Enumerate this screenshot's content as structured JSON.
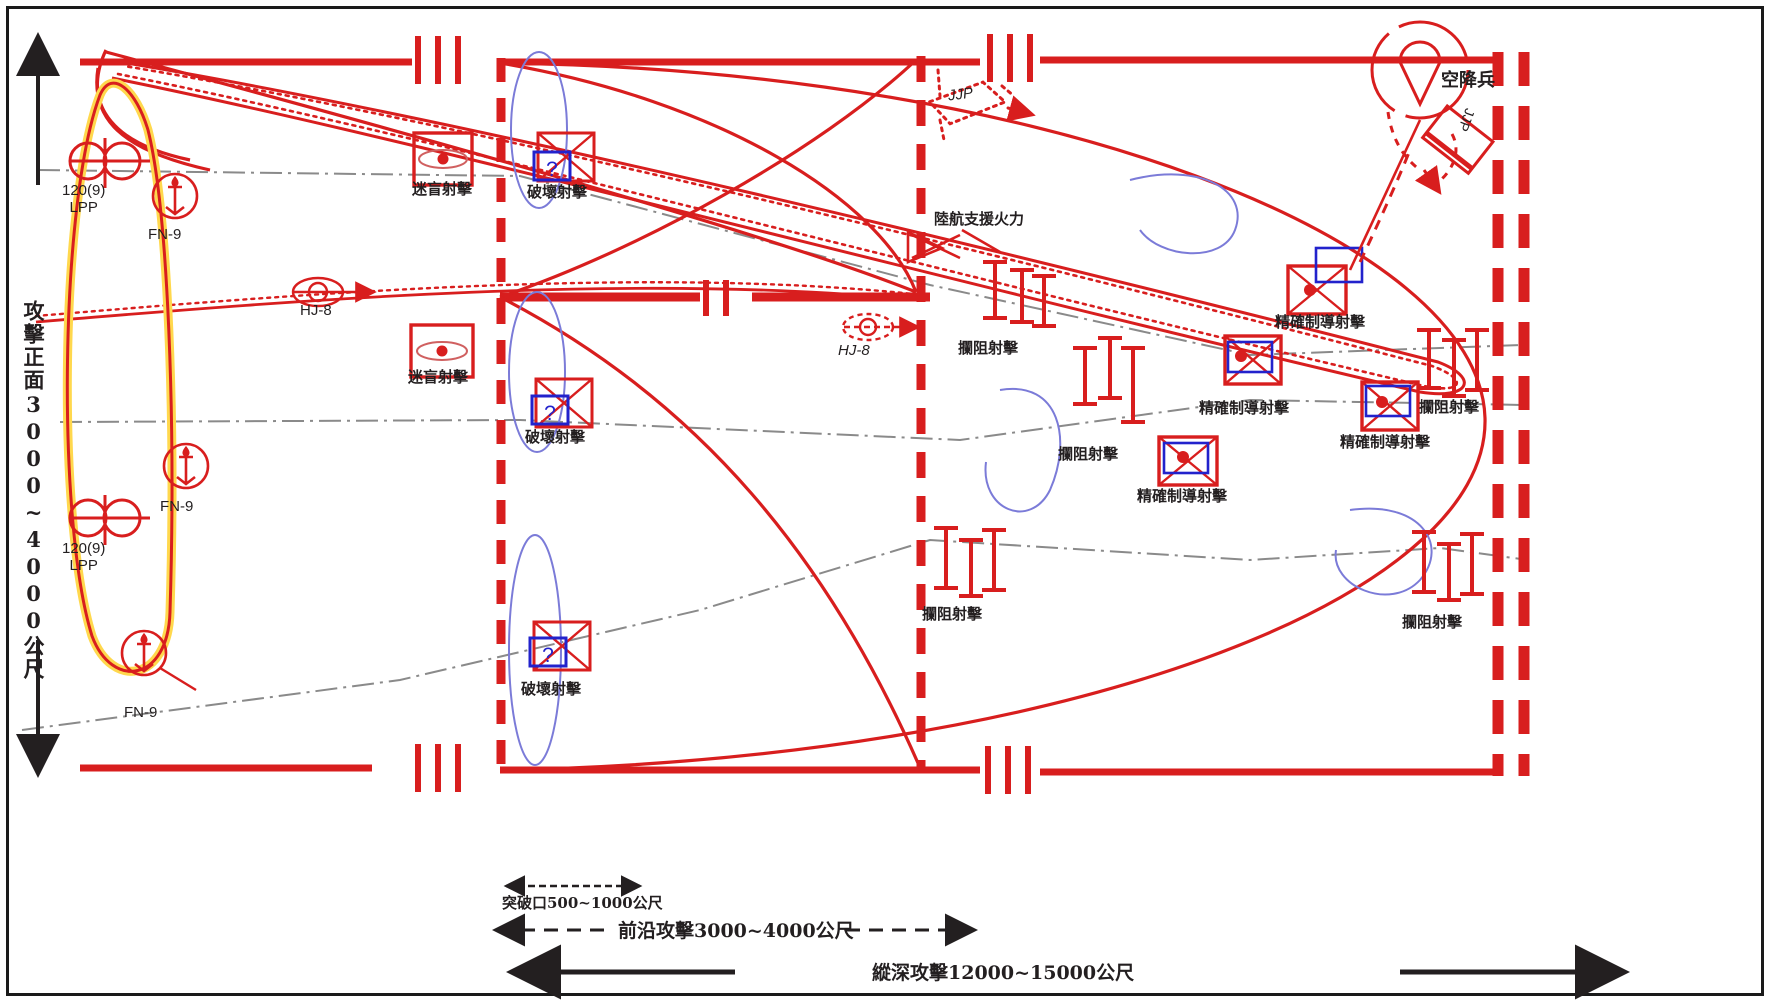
{
  "meta": {
    "title": "Amphibious / combined-arms attack frontage diagram",
    "colors": {
      "red": "#d81e1e",
      "red_dark": "#c21010",
      "blue": "#2222cc",
      "blue_light": "#7b7bd8",
      "yellow": "#ffd84d",
      "gray": "#8a8a8a",
      "black": "#231f20"
    }
  },
  "axis_labels": {
    "left_vertical": "攻擊正面3000~4000公尺"
  },
  "captions": [
    {
      "id": "breach-width",
      "text": "突破口500~1000公尺"
    },
    {
      "id": "forward-attack",
      "text": "前沿攻擊3000~4000公尺"
    },
    {
      "id": "deep-attack",
      "text": "縱深攻擊12000~15000公尺"
    }
  ],
  "units": [
    {
      "id": "mortar-top",
      "label": "120(9)\nLPP",
      "line1": "120(9)",
      "line2": "LPP"
    },
    {
      "id": "mortar-bottom",
      "label": "120(9)\nLPP",
      "line1": "120(9)",
      "line2": "LPP"
    },
    {
      "id": "fn9-top",
      "label": "FN-9"
    },
    {
      "id": "fn9-mid",
      "label": "FN-9"
    },
    {
      "id": "fn9-bottom",
      "label": "FN-9"
    },
    {
      "id": "hj8-left",
      "label": "HJ-8"
    },
    {
      "id": "hj8-center",
      "label": "HJ-8"
    }
  ],
  "fire_missions": [
    {
      "id": "blinding-fire-1",
      "label": "迷盲射擊",
      "symbol": "eye-icon"
    },
    {
      "id": "blinding-fire-2",
      "label": "迷盲射擊",
      "symbol": "eye-icon"
    },
    {
      "id": "destruction-1",
      "label": "破壞射擊",
      "symbol": "destruction-icon"
    },
    {
      "id": "destruction-2",
      "label": "破壞射擊",
      "symbol": "destruction-icon"
    },
    {
      "id": "destruction-3",
      "label": "破壞射擊",
      "symbol": "destruction-icon"
    },
    {
      "id": "interdiction-1",
      "label": "攔阻射擊",
      "symbol": "interdiction-icon"
    },
    {
      "id": "interdiction-2",
      "label": "攔阻射擊",
      "symbol": "interdiction-icon"
    },
    {
      "id": "interdiction-3",
      "label": "攔阻射擊",
      "symbol": "interdiction-icon"
    },
    {
      "id": "interdiction-4",
      "label": "攔阻射擊",
      "symbol": "interdiction-icon"
    },
    {
      "id": "interdiction-5",
      "label": "攔阻射擊",
      "symbol": "interdiction-icon"
    },
    {
      "id": "precision-1",
      "label": "精確制導射擊",
      "symbol": "precision-guided-icon"
    },
    {
      "id": "precision-2",
      "label": "精確制導射擊",
      "symbol": "precision-guided-icon"
    },
    {
      "id": "precision-3",
      "label": "精確制導射擊",
      "symbol": "precision-guided-icon"
    },
    {
      "id": "precision-4",
      "label": "精確制導射擊",
      "symbol": "precision-guided-icon"
    }
  ],
  "annotations": [
    {
      "id": "jjp-box",
      "label": "JJP"
    },
    {
      "id": "army-aviation",
      "label": "陸航支援火力"
    },
    {
      "id": "airborne",
      "label": "空降兵"
    },
    {
      "id": "airborne-drop",
      "label": "JJP"
    }
  ],
  "symbol_glyphs": {
    "eye-icon": "eye-in-box",
    "destruction-icon": "crossed-box-with-question",
    "interdiction-icon": "triple-i-beam",
    "precision-guided-icon": "crossed-box-with-dot",
    "mortar-icon": "double-circle-bar",
    "missile-icon": "arrow-in-circle",
    "atgm-icon": "ellipse-arrow",
    "airborne-icon": "parachute-in-circle"
  }
}
